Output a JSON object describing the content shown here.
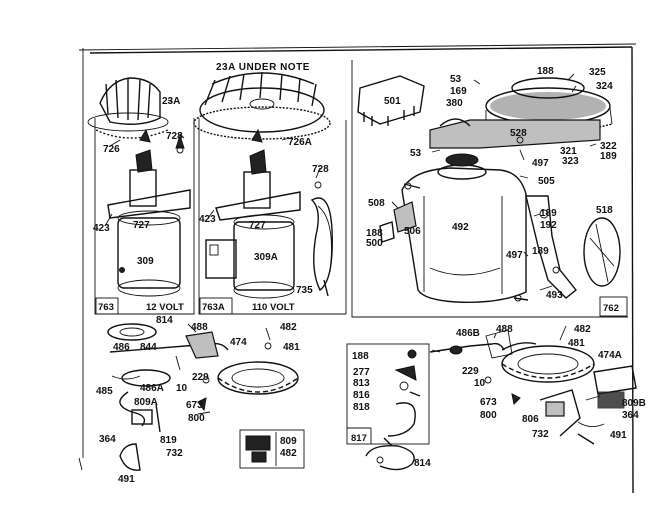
{
  "note": "23A UNDER NOTE",
  "labels": {
    "l23a": "23A",
    "l726": "726",
    "l728": "728",
    "l726a": "726A",
    "l728b": "728",
    "l423": "423",
    "l727": "727",
    "l309": "309",
    "l423b": "423",
    "l727b": "727",
    "l309a": "309A",
    "l735": "735",
    "l53": "53",
    "l169": "169",
    "l380": "380",
    "l501": "501",
    "l188a": "188",
    "l325": "325",
    "l324": "324",
    "l528": "528",
    "l53b": "53",
    "l497": "497",
    "l322": "322",
    "l189": "189",
    "l321": "321",
    "l323": "323",
    "l505": "505",
    "l508": "508",
    "l188b": "188",
    "l500": "500",
    "l506": "506",
    "l492": "492",
    "l189b": "189",
    "l192": "192",
    "l189c": "189",
    "l497b": "497",
    "l518": "518",
    "l493": "493",
    "l814": "814",
    "l488": "488",
    "l482": "482",
    "l486": "486",
    "l844": "844",
    "l474": "474",
    "l481": "481",
    "l229": "229",
    "l10": "10",
    "l485": "485",
    "l486a": "486A",
    "l673": "673",
    "l809a": "809A",
    "l800": "800",
    "l364": "364",
    "l819": "819",
    "l732": "732",
    "l491": "491",
    "l809": "809",
    "l482b": "482",
    "l188c": "188",
    "l277": "277",
    "l813": "813",
    "l816": "816",
    "l818": "818",
    "l486b": "486B",
    "l488b": "488",
    "l482c": "482",
    "l481b": "481",
    "l474a": "474A",
    "l229b": "229",
    "l10b": "10",
    "l673b": "673",
    "l800b": "800",
    "l806": "806",
    "l732b": "732",
    "l809b": "809B",
    "l364b": "364",
    "l491b": "491",
    "l814b": "814"
  },
  "boxes": {
    "b763": "763",
    "v12": "12 VOLT",
    "b763a": "763A",
    "v110": "110 VOLT",
    "b762": "762",
    "b817": "817"
  }
}
